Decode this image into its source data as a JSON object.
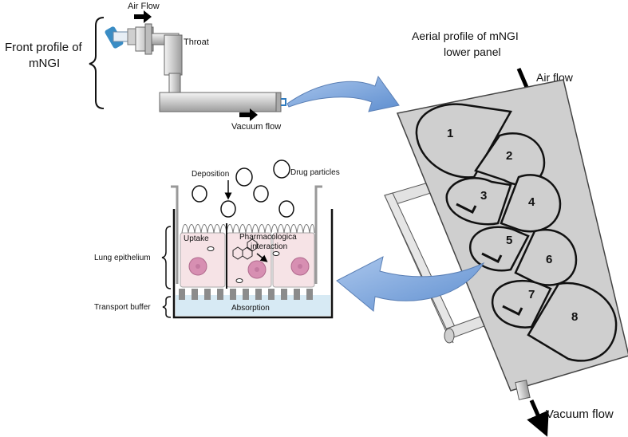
{
  "front": {
    "title_line1": "Front profile of",
    "title_line2": "mNGI",
    "air_flow": "Air Flow",
    "throat": "Throat",
    "vacuum_flow": "Vacuum flow"
  },
  "aerial": {
    "title_line1": "Aerial profile of mNGI",
    "title_line2": "lower panel",
    "air_flow": "Air flow",
    "vacuum_flow": "Vacuum flow",
    "cups": [
      "1",
      "2",
      "3",
      "4",
      "5",
      "6",
      "7",
      "8"
    ]
  },
  "cell": {
    "deposition": "Deposition",
    "drug_particles": "Drug particles",
    "uptake": "Uptake",
    "pharma_line1": "Pharmacologica",
    "pharma_line2": "interaction",
    "lung_epithelium": "Lung epithelium",
    "transport_buffer": "Transport buffer",
    "absorption": "Absorption"
  },
  "colors": {
    "arrow_blue": "#7ea6dc",
    "plate_gray": "#cfcfcf",
    "buffer_blue": "#d7eaf4",
    "cell_pink": "#f6e3e6",
    "nucleus": "#d78fb2"
  }
}
